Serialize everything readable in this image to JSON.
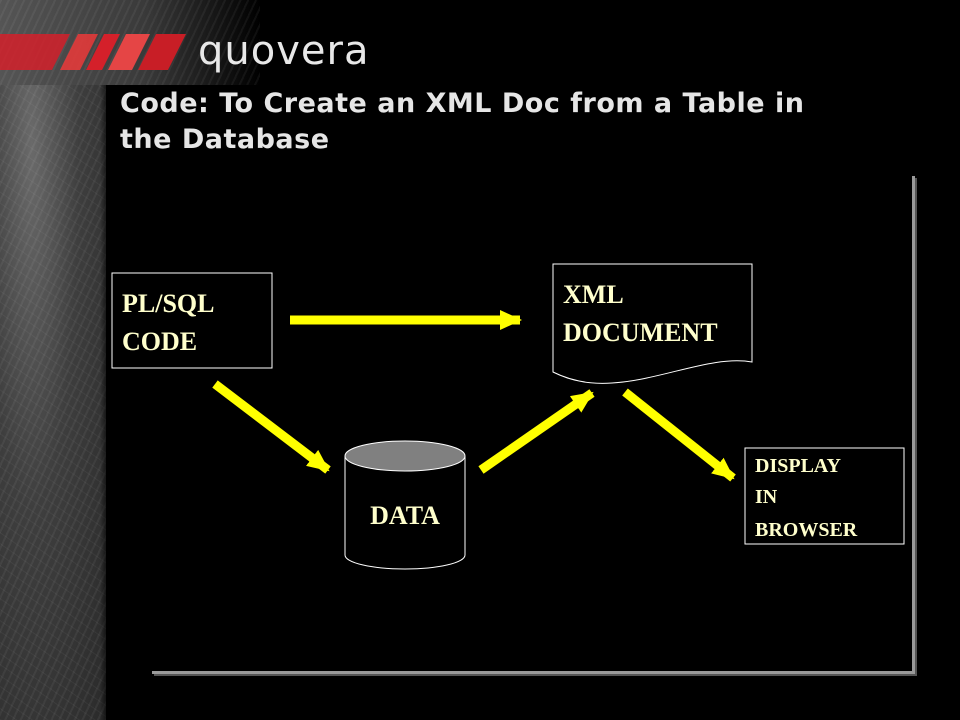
{
  "slide": {
    "logo_text": "quovera",
    "title_line1": "Code: To Create an XML Doc from a Table in",
    "title_line2": "the Database"
  },
  "diagram": {
    "nodes": {
      "plsql_code": [
        "PL/SQL",
        "CODE"
      ],
      "xml_document": [
        "XML",
        "DOCUMENT"
      ],
      "data": [
        "DATA"
      ],
      "display_in_browser": [
        "DISPLAY",
        "IN",
        "BROWSER"
      ]
    },
    "edges": [
      {
        "from": "plsql_code",
        "to": "xml_document"
      },
      {
        "from": "plsql_code",
        "to": "data"
      },
      {
        "from": "data",
        "to": "xml_document"
      },
      {
        "from": "xml_document",
        "to": "display_in_browser"
      }
    ],
    "colors": {
      "arrow": "#ffff00",
      "label": "#ffffcc",
      "box_border": "#ffffff",
      "cylinder_top": "#808080",
      "title": "#e6e6e6"
    }
  }
}
